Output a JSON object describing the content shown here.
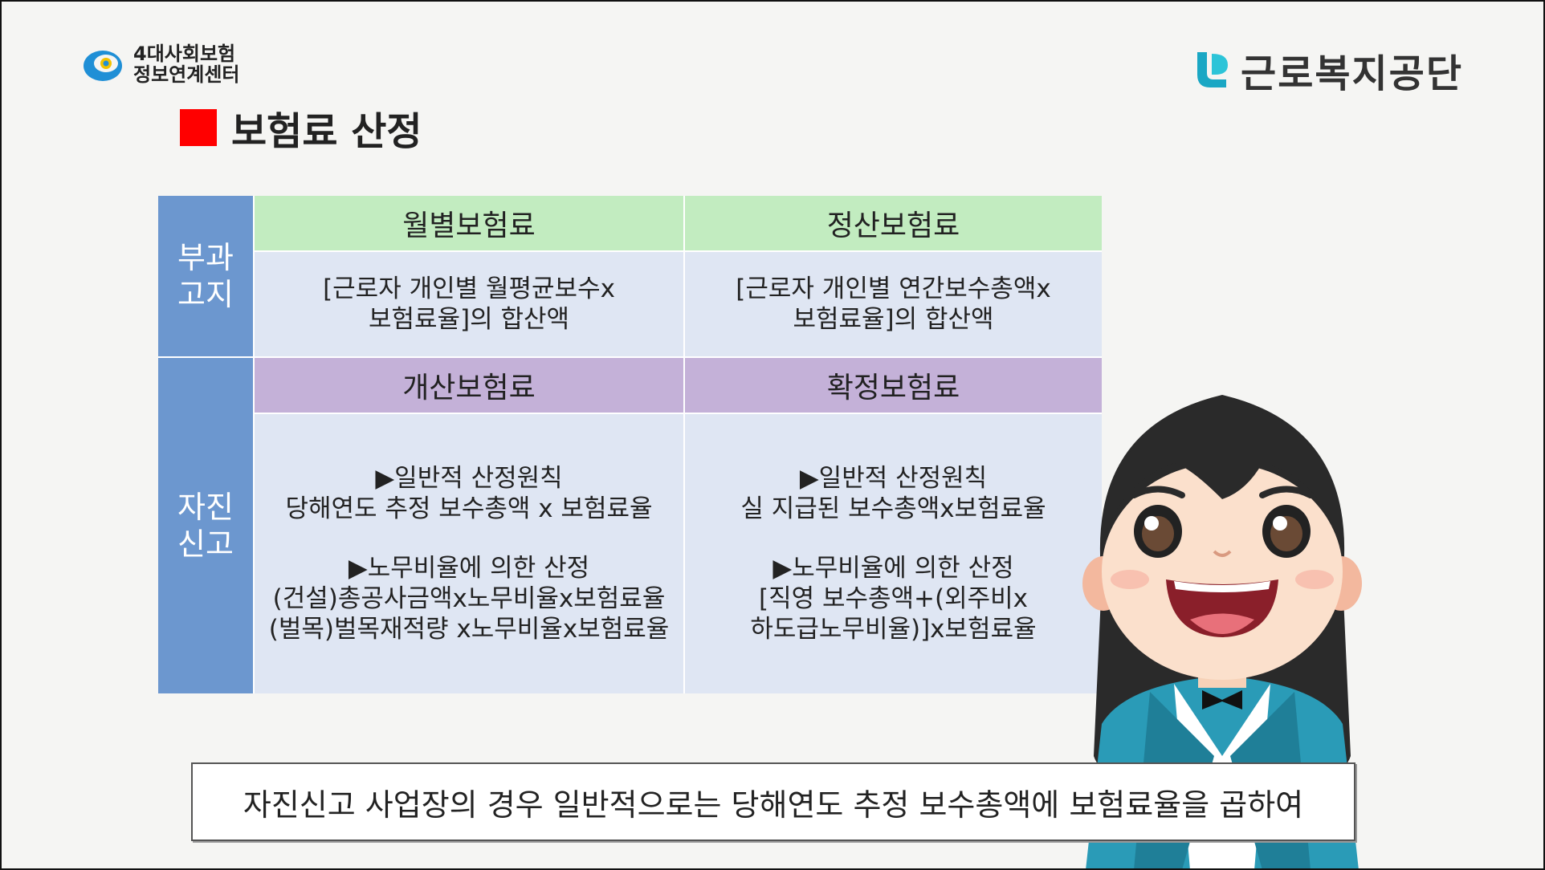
{
  "header": {
    "left_logo": {
      "line1": "4대사회보험",
      "line2": "정보연계센터",
      "icon": "swirl-logo-icon"
    },
    "right_logo": {
      "name": "근로복지공단",
      "icon": "kcomwel-logo-icon"
    }
  },
  "title": {
    "text": "보험료 산정",
    "accent_color": "#ff0000"
  },
  "table": {
    "rows": [
      {
        "side_label": [
          "부과",
          "고지"
        ],
        "headers": [
          "월별보험료",
          "정산보험료"
        ],
        "cells": [
          [
            "[근로자 개인별 월평균보수x",
            "보험료율]의 합산액"
          ],
          [
            "[근로자 개인별 연간보수총액x",
            "보험료율]의 합산액"
          ]
        ]
      },
      {
        "side_label": [
          "자진",
          "신고"
        ],
        "headers": [
          "개산보험료",
          "확정보험료"
        ],
        "cells": [
          {
            "block1": [
              "▶일반적 산정원칙",
              "당해연도 추정 보수총액 x 보험료율"
            ],
            "block2": [
              "▶노무비율에 의한 산정",
              "(건설)총공사금액x노무비율x보험료율",
              "(벌목)벌목재적량 x노무비율x보험료율"
            ]
          },
          {
            "block1": [
              "▶일반적 산정원칙",
              "실 지급된 보수총액x보험료율"
            ],
            "block2": [
              "▶노무비율에 의한 산정",
              "[직영 보수총액+(외주비x",
              "하도급노무비율)]x보험료율"
            ]
          }
        ]
      }
    ],
    "colors": {
      "side": "#6c97cf",
      "header_green": "#c2ecc0",
      "header_purple": "#c4b1d8",
      "body": "#dfe6f3"
    }
  },
  "subtitle": {
    "text": "자진신고 사업장의 경우 일반적으로는 당해연도 추정 보수총액에 보험료율을 곱하여"
  },
  "character": {
    "icon": "presenter-character-icon"
  }
}
